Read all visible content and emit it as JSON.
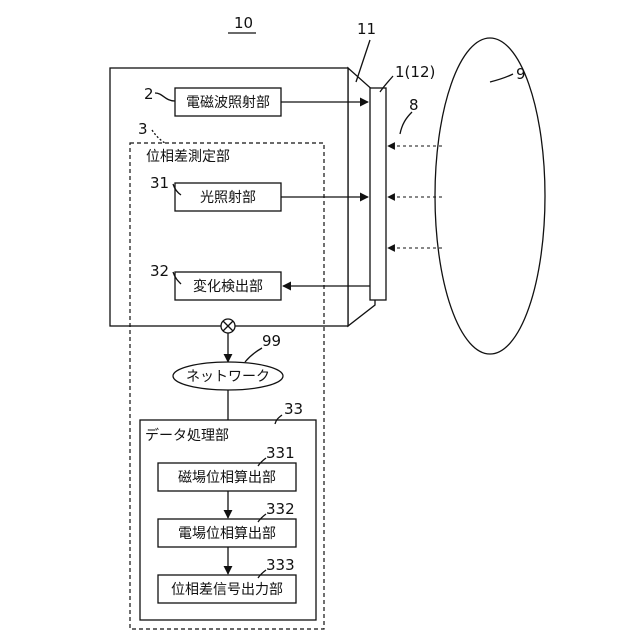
{
  "refs": {
    "device": "10",
    "probe": "11",
    "sensor": "1(12)",
    "wave_path": "8",
    "target": "9",
    "emitter": "2",
    "phase_unit": "3",
    "light_emitter": "31",
    "detector": "32",
    "network": "99",
    "processor": "33",
    "mag_calc": "331",
    "elec_calc": "332",
    "output": "333"
  },
  "labels": {
    "emitter": "電磁波照射部",
    "phase_unit": "位相差測定部",
    "light_emitter": "光照射部",
    "detector": "変化検出部",
    "network": "ネットワーク",
    "processor": "データ処理部",
    "mag_calc": "磁場位相算出部",
    "elec_calc": "電場位相算出部",
    "output": "位相差信号出力部"
  }
}
